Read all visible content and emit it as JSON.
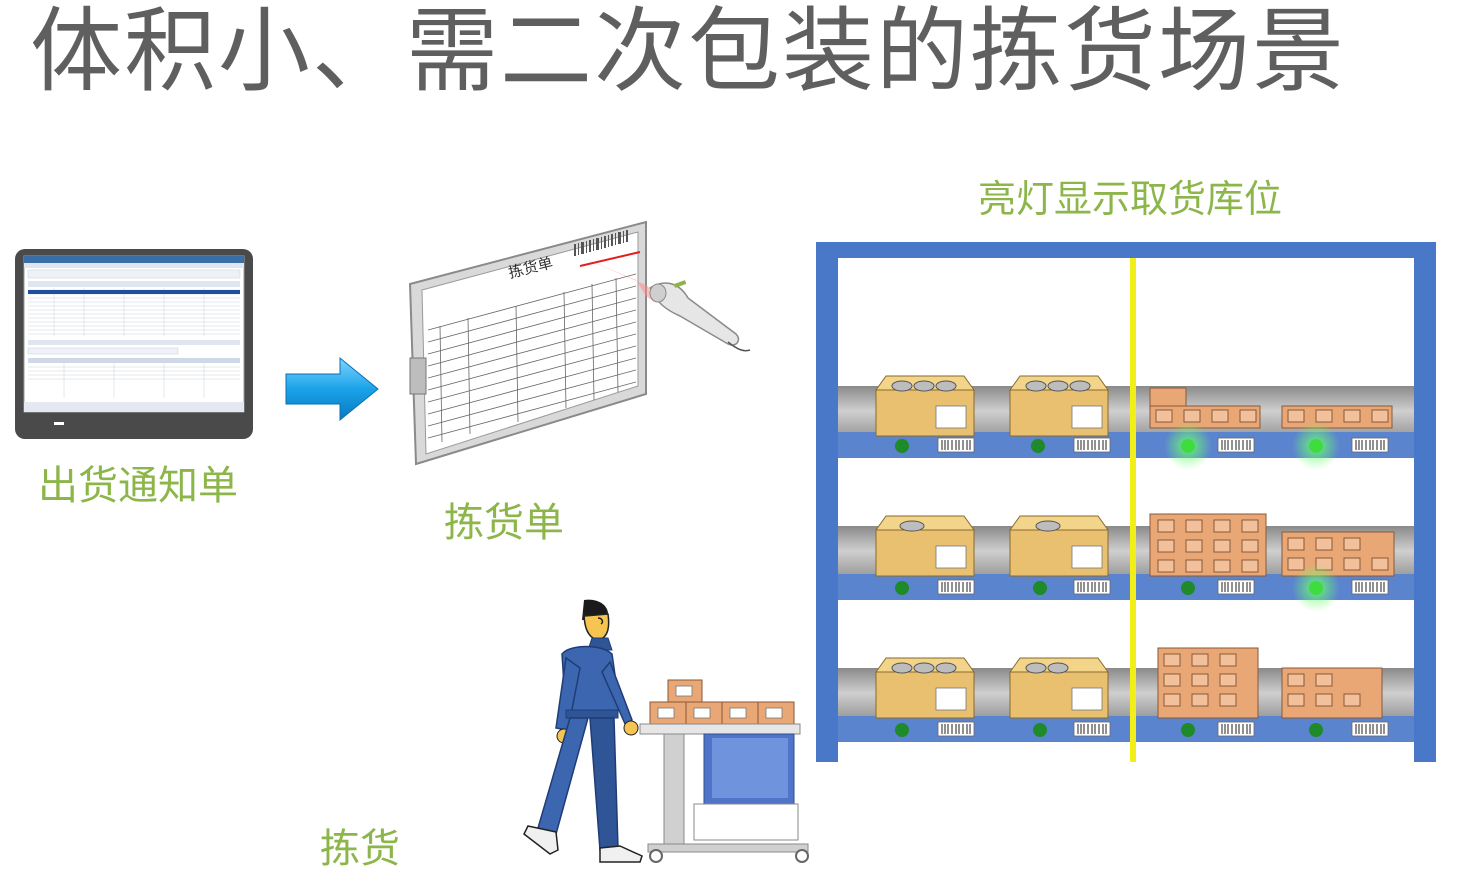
{
  "title": "体积小、需二次包装的拣货场景",
  "labels": {
    "delivery_notice": "出货通知单",
    "pick_list": "拣货单",
    "picking": "拣货",
    "light_location": "亮灯显示取货库位"
  },
  "pick_list_sheet": {
    "heading": "拣货单"
  },
  "colors": {
    "title_text": "#5f5f5f",
    "label_green": "#8db64a",
    "arrow_blue": "#1aa3e8",
    "rack_blue": "#4a78c8",
    "rack_divider_yellow": "#f2ee1a",
    "box_tan": "#e8c070",
    "indicator_on": "#3fdc3f",
    "indicator_off": "#1e8a2a"
  },
  "icons": [
    "monitor-icon",
    "arrow-right-icon",
    "pick-list-board-icon",
    "barcode-scanner-icon",
    "worker-icon",
    "picking-cart-icon",
    "storage-rack-icon"
  ]
}
